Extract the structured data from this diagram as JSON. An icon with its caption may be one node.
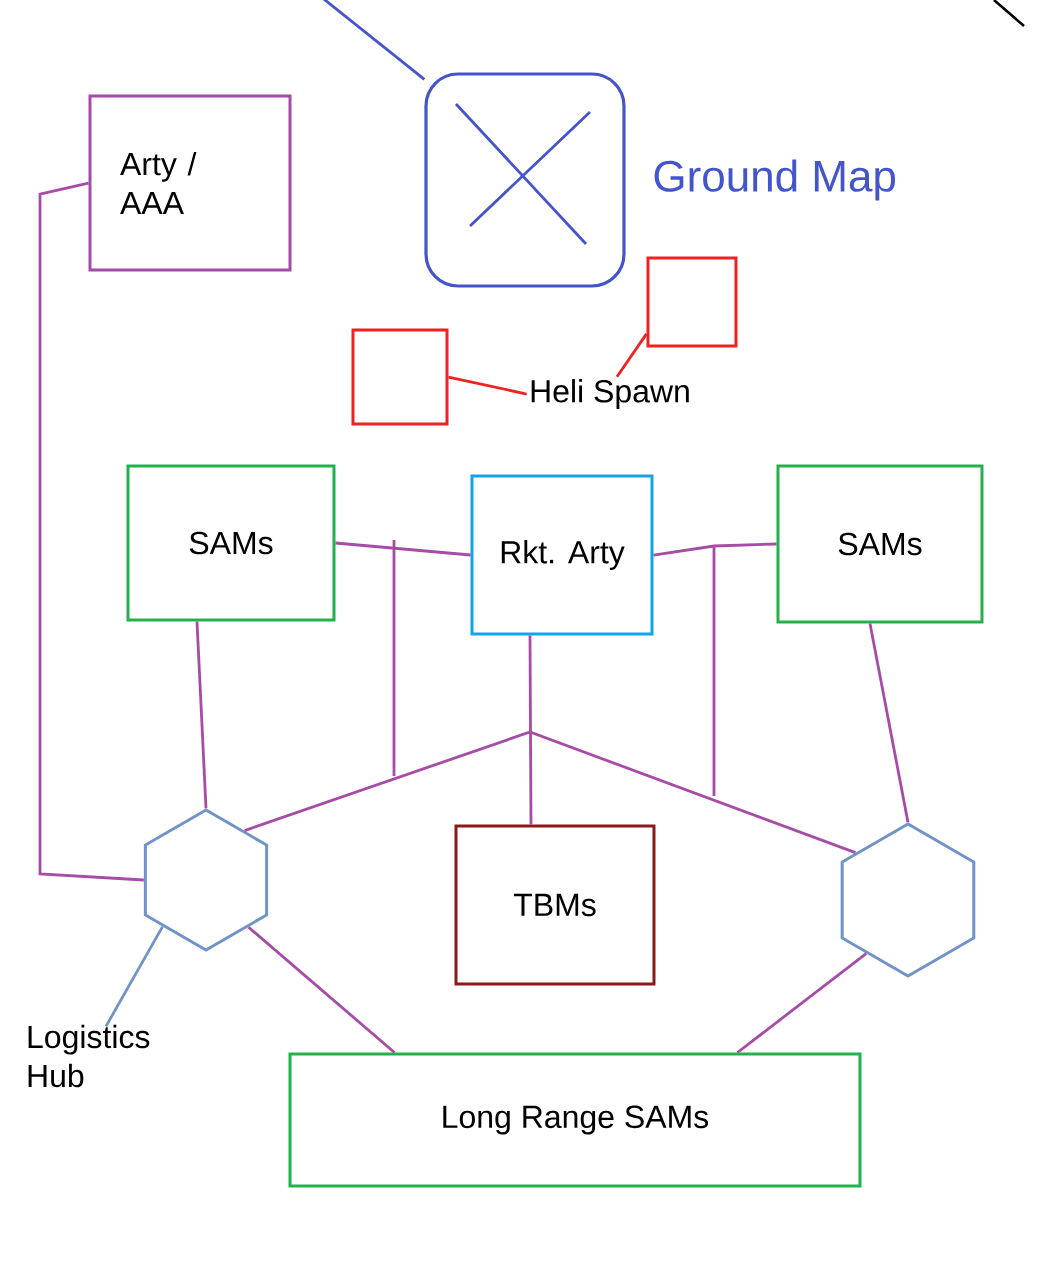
{
  "diagram": {
    "nodes": [
      {
        "text": [
          "Arty / AAA"
        ]
      },
      {
        "text": [
          "Ground Map"
        ]
      },
      {
        "text": [],
        "shape": "box"
      },
      {
        "text": [],
        "shape": "box"
      },
      {
        "text": [
          "Heli Spawn"
        ]
      },
      {
        "text": [
          "SAMs"
        ]
      },
      {
        "text": [
          "Rkt. Arty"
        ]
      },
      {
        "text": [
          "SAMs"
        ]
      },
      {
        "text": [],
        "shape": "hexagon"
      },
      {
        "text": [
          "TBMs"
        ]
      },
      {
        "text": [],
        "shape": "hexagon"
      },
      {
        "text": [
          "Logistics Hub"
        ]
      },
      {
        "text": [
          "Long Range SAMs"
        ]
      }
    ],
    "edges": [
      {
        "from": 0,
        "to": 8,
        "arrow": "none"
      },
      {
        "from": null,
        "to": 1,
        "arrow": "none",
        "color": "#4455cc"
      },
      {
        "from": 4,
        "to": 2,
        "arrow": "none",
        "color": "#ee2222"
      },
      {
        "from": 4,
        "to": 3,
        "arrow": "none",
        "color": "#ee2222"
      },
      {
        "from": 5,
        "to": 6,
        "arrow": "none"
      },
      {
        "from": 6,
        "to": 7,
        "arrow": "none"
      },
      {
        "from": 5,
        "to": 8,
        "arrow": "none"
      },
      {
        "from": 7,
        "to": 10,
        "arrow": "none"
      },
      {
        "from": 6,
        "to": 9,
        "arrow": "none"
      },
      {
        "from": 8,
        "to": 10,
        "arrow": "none"
      },
      {
        "from": 8,
        "to": 12,
        "arrow": "none"
      },
      {
        "from": 10,
        "to": 12,
        "arrow": "none"
      },
      {
        "from": 11,
        "to": 8,
        "arrow": "none",
        "color": "#7094c8"
      }
    ]
  }
}
